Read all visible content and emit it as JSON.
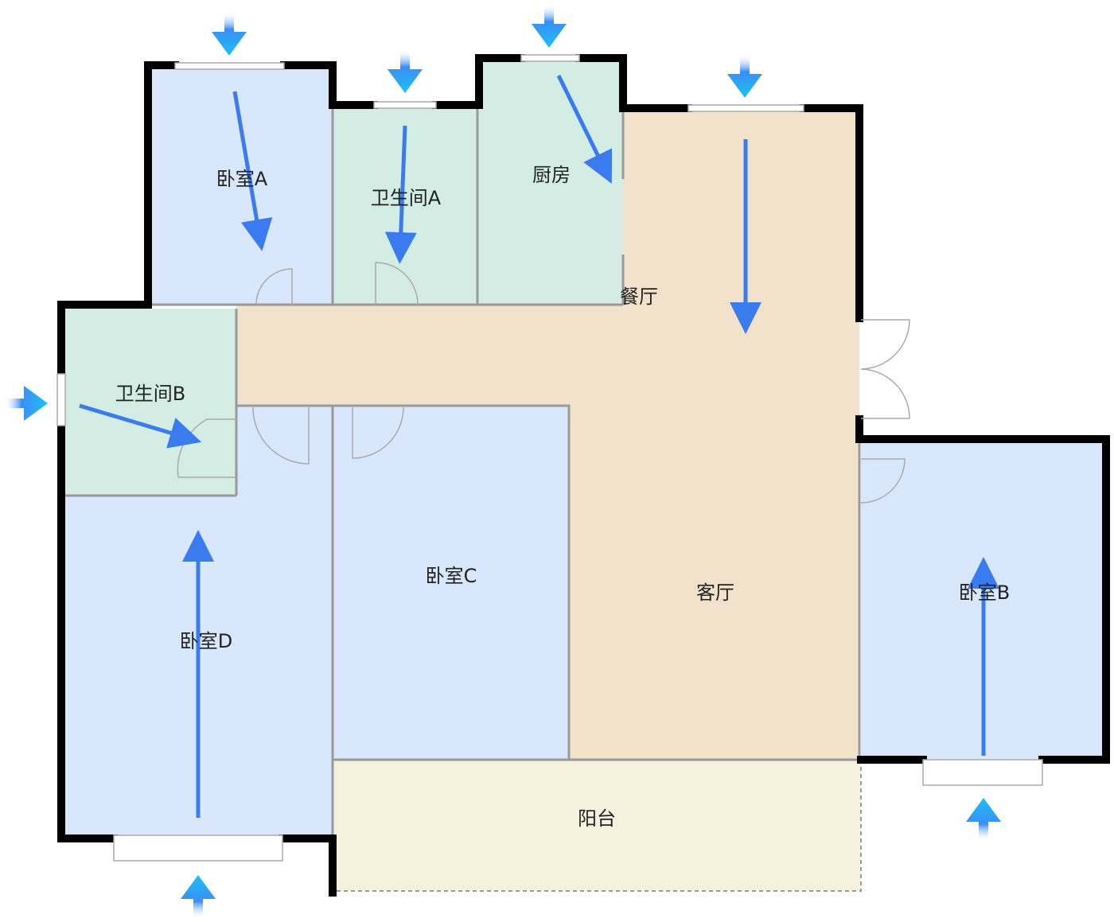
{
  "rooms": {
    "bedroom_a": "卧室A",
    "bathroom_a": "卫生间A",
    "kitchen": "厨房",
    "dining": "餐厅",
    "bathroom_b": "卫生间B",
    "bedroom_c": "卧室C",
    "living": "客厅",
    "bedroom_b": "卧室B",
    "bedroom_d": "卧室D",
    "balcony": "阳台"
  },
  "colors": {
    "bedroom": "#d9e7fc",
    "wet": "#d4ede4",
    "living": "#f3e2cb",
    "balcony": "#f4f2dc",
    "arrow": "#3a7cf0",
    "inflow": "#2fa8f5"
  }
}
